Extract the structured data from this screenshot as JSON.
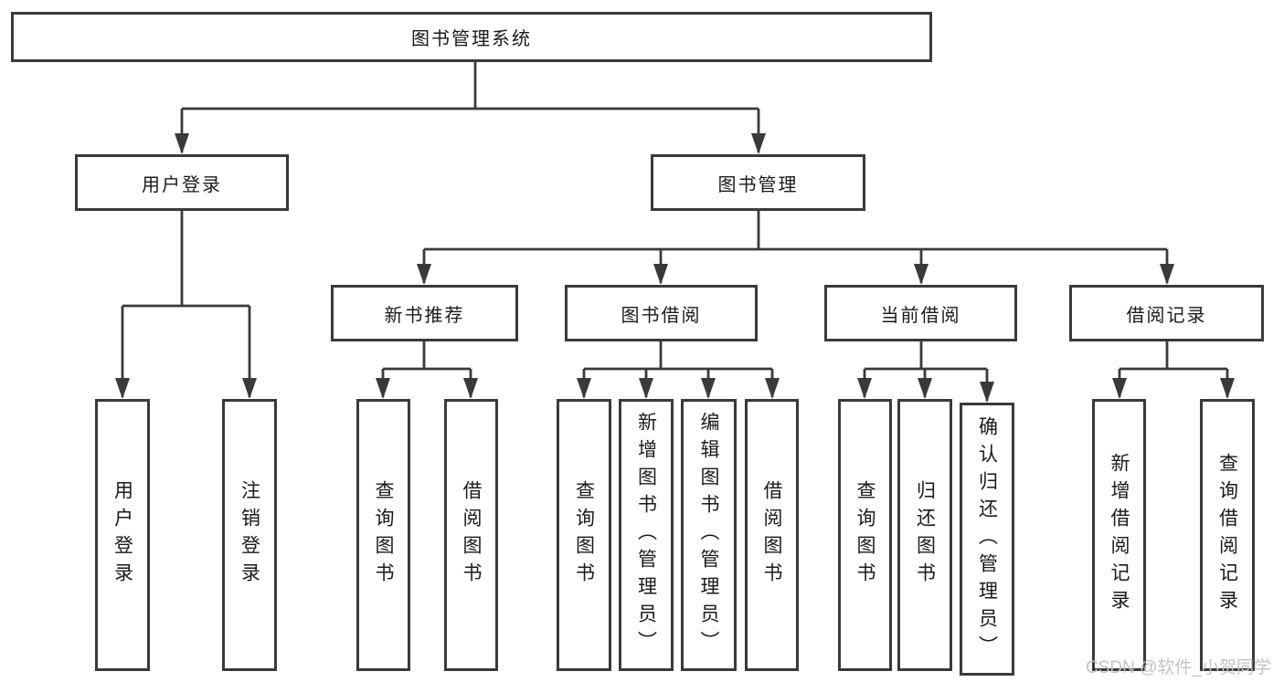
{
  "colors": {
    "line": "#3a3a3a",
    "box_border": "#3a3a3a",
    "text": "#1a1a1a",
    "background": "#ffffff",
    "watermark": "#c3c3c3"
  },
  "watermark": "CSDN @软件_小贺同学",
  "tree": {
    "root": "图书管理系统",
    "level2": [
      {
        "label": "用户登录",
        "children": [
          "用户登录",
          "注销登录"
        ]
      },
      {
        "label": "图书管理",
        "children": [
          {
            "label": "新书推荐",
            "children": [
              "查询图书",
              "借阅图书"
            ]
          },
          {
            "label": "图书借阅",
            "children": [
              "查询图书",
              "新增图书（管理员）",
              "编辑图书（管理员）",
              "借阅图书"
            ]
          },
          {
            "label": "当前借阅",
            "children": [
              "查询图书",
              "归还图书",
              "确认归还（管理员）"
            ]
          },
          {
            "label": "借阅记录",
            "children": [
              "新增借阅记录",
              "查询借阅记录"
            ]
          }
        ]
      }
    ]
  }
}
